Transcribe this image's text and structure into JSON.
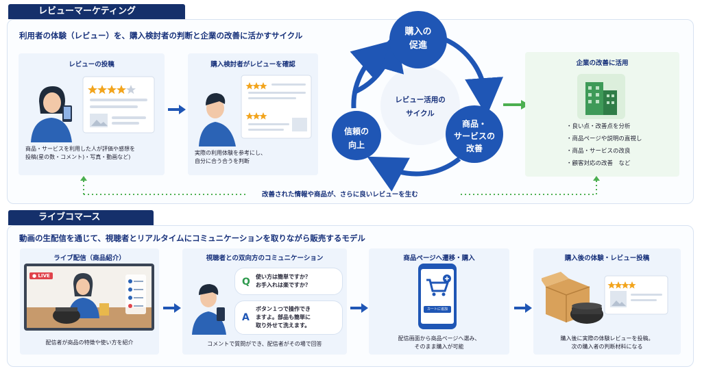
{
  "review_section": {
    "tab_label": "レビューマーケティング",
    "subtitle": "利用者の体験（レビュー）を、購入検討者の判断と企業の改善に活かすサイクル",
    "card_post": {
      "title": "レビューの投稿",
      "desc_line1": "商品・サービスを利用した人が評価や感想を",
      "desc_line2": "投稿(星の数・コメント)・写真・動画など)"
    },
    "card_check": {
      "title": "購入検討者がレビューを確認",
      "desc_line1": "実際の利用体験を参考にし、",
      "desc_line2": "自分に合う合うを判断"
    },
    "cycle": {
      "center_line1": "レビュー活用の",
      "center_line2": "サイクル",
      "node_top_line1": "購入の",
      "node_top_line2": "促進",
      "node_right_line1": "商品・",
      "node_right_line2": "サービスの",
      "node_right_line3": "改善",
      "node_left_line1": "信頼の",
      "node_left_line2": "向上"
    },
    "card_company": {
      "title": "企業の改善に活用",
      "bullets": [
        "・良い点・改善点を分析",
        "・商品ページや説明の直視し",
        "・商品・サービスの改良",
        "・顧客対応の改善　など"
      ]
    },
    "feedback_text": "改善された情報や商品が、さらに良いレビューを生む"
  },
  "live_section": {
    "tab_label": "ライブコマース",
    "subtitle": "動画の生配信を通じて、視聴者とリアルタイムにコミュニケーションを取りながら販売するモデル",
    "card_stream": {
      "title": "ライブ配信（商品紹介）",
      "live_badge": "● LIVE",
      "desc": "配信者が商品の特徴や使い方を紹介"
    },
    "card_comm": {
      "title": "視聴者との双向方のコミュニケーション",
      "q_letter": "Q",
      "q_line1": "使い方は簡単ですか？",
      "q_line2": "お手入れは楽ですか？",
      "a_letter": "A",
      "a_line1": "ボタン１つで操作でき",
      "a_line2": "ますよ。部品も簡単に",
      "a_line3": "取り外せて洗えます。",
      "desc": "コメントで質問ができ、配信者がその場で回答"
    },
    "card_purchase": {
      "title": "商品ページへ遷移・購入",
      "cart_button": "カートに追加",
      "desc_line1": "配信画面から商品ページへ選み、",
      "desc_line2": "そのまま購入が可能"
    },
    "card_after": {
      "title": "購入後の体験・レビュー投稿",
      "desc_line1": "購入後に実際の体験レビューを投稿。",
      "desc_line2": "次の購入者の判断材料になる"
    }
  },
  "colors": {
    "navy": "#15306b",
    "blue": "#1f56b5",
    "green": "#4caf50",
    "star": "#f2a41c"
  }
}
